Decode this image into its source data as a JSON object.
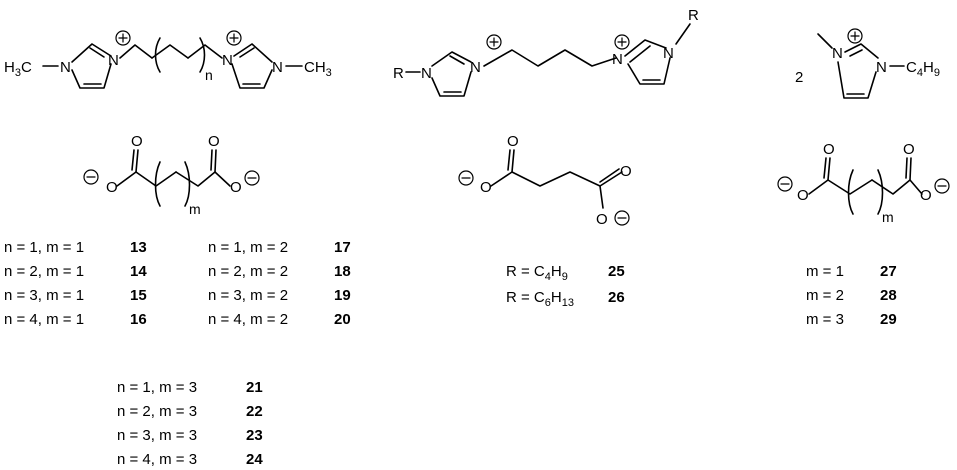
{
  "structures": {
    "dication_left": {
      "left_methyl": "H3C",
      "n_atom": "N",
      "n_plus_atom": "N",
      "repeat_index": "n",
      "right_methyl": "CH3"
    },
    "dication_mid": {
      "r_group": "R",
      "n_atom": "N",
      "n_plus_atom": "N"
    },
    "cation_right": {
      "stoich": "2",
      "n_plus_atom": "N",
      "n_atom": "N",
      "butyl": "C4H9"
    },
    "anion_left": {
      "o_atom": "O",
      "repeat_index": "m"
    },
    "anion_mid": {
      "o_atom": "O"
    },
    "anion_right": {
      "o_atom": "O",
      "repeat_index": "m"
    }
  },
  "compound_tables": {
    "left_col1": [
      {
        "condition": "n = 1,  m = 1",
        "id": "13"
      },
      {
        "condition": "n = 2,  m = 1",
        "id": "14"
      },
      {
        "condition": "n = 3,  m = 1",
        "id": "15"
      },
      {
        "condition": "n = 4,  m = 1",
        "id": "16"
      }
    ],
    "left_col2": [
      {
        "condition": "n = 1,  m = 2",
        "id": "17"
      },
      {
        "condition": "n = 2,  m = 2",
        "id": "18"
      },
      {
        "condition": "n = 3,  m = 2",
        "id": "19"
      },
      {
        "condition": "n = 4,  m = 2",
        "id": "20"
      }
    ],
    "left_col3": [
      {
        "condition": "n = 1,  m = 3",
        "id": "21"
      },
      {
        "condition": "n = 2,  m = 3",
        "id": "22"
      },
      {
        "condition": "n = 3,  m = 3",
        "id": "23"
      },
      {
        "condition": "n = 4,  m = 3",
        "id": "24"
      }
    ],
    "mid": [
      {
        "r_prefix": "R = C",
        "r_sub1": "4",
        "r_mid": "H",
        "r_sub2": "9",
        "id": "25"
      },
      {
        "r_prefix": "R = C",
        "r_sub1": "6",
        "r_mid": "H",
        "r_sub2": "13",
        "id": "26"
      }
    ],
    "right": [
      {
        "condition": "m = 1",
        "id": "27"
      },
      {
        "condition": "m = 2",
        "id": "28"
      },
      {
        "condition": "m = 3",
        "id": "29"
      }
    ]
  }
}
